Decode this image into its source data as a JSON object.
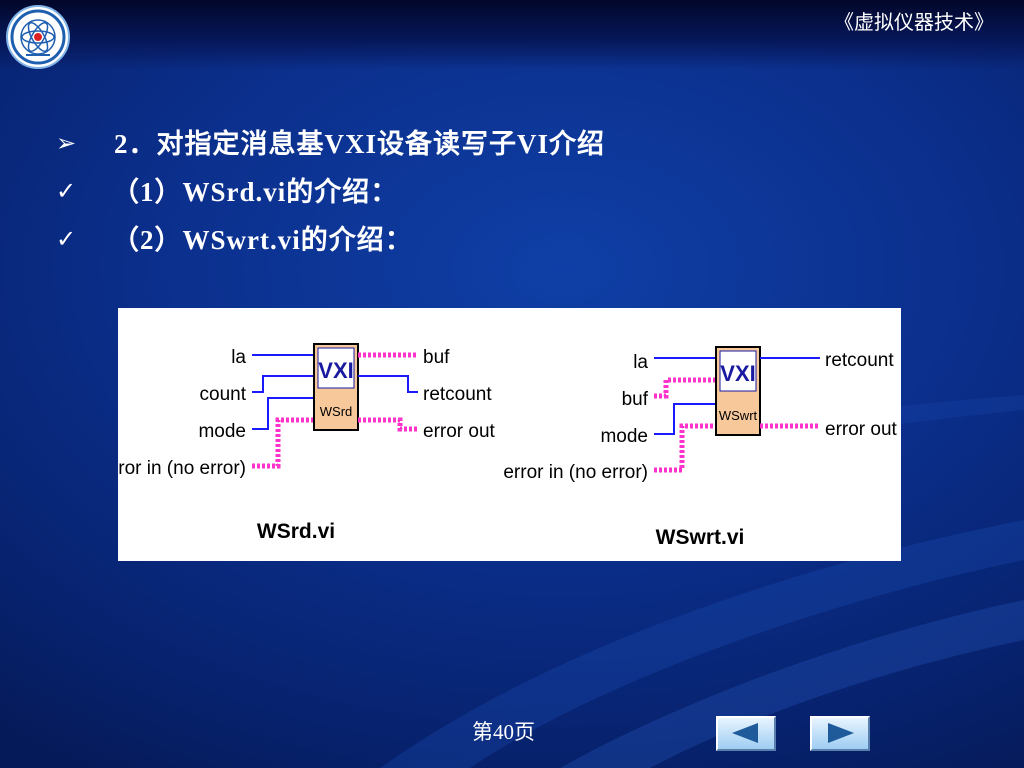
{
  "header": {
    "course_title": "《虚拟仪器技术》",
    "logo_icon": "university-seal-logo"
  },
  "bullets": [
    {
      "icon": "arrow-bullet-icon",
      "glyph": "➢",
      "text": "2．对指定消息基VXI设备读写子VI介绍"
    },
    {
      "icon": "check-bullet-icon",
      "glyph": "✓",
      "text": "（1）WSrd.vi的介绍："
    },
    {
      "icon": "check-bullet-icon",
      "glyph": "✓",
      "text": "（2）WSwrt.vi的介绍："
    }
  ],
  "figure": {
    "wsrd": {
      "icon_top": "VXI",
      "icon_bottom": "WSrd",
      "inputs": [
        "la",
        "count",
        "mode",
        "error in (no error)"
      ],
      "outputs": [
        "buf",
        "retcount",
        "error out"
      ],
      "caption": "WSrd.vi"
    },
    "wswrt": {
      "icon_top": "VXI",
      "icon_bottom": "WSwrt",
      "inputs": [
        "la",
        "buf",
        "mode",
        "error in (no error)"
      ],
      "outputs": [
        "retcount",
        "error out"
      ],
      "caption": "WSwrt.vi"
    }
  },
  "footer": {
    "page_number": "第40页",
    "prev_icon": "triangle-left-icon",
    "next_icon": "triangle-right-icon"
  },
  "colors": {
    "background": "#0b2f8c",
    "wire_int": "#1a1aff",
    "wire_cluster": "#ff33cc",
    "vi_icon_fill": "#f7c99a",
    "vxi_text": "#1a1aa0"
  }
}
